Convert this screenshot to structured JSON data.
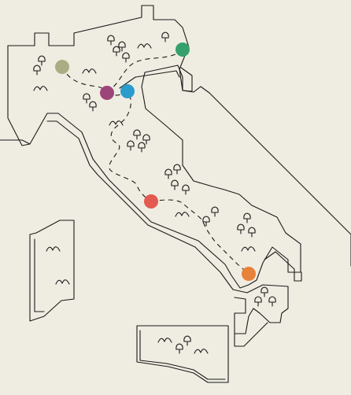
{
  "map": {
    "background": "#efede2",
    "ink": "#1a1a1a",
    "markers": [
      {
        "id": "marker-north-west",
        "color": "#aaad84"
      },
      {
        "id": "marker-north-purple",
        "color": "#9c4578"
      },
      {
        "id": "marker-north-blue",
        "color": "#2a9ccc"
      },
      {
        "id": "marker-north-east",
        "color": "#36a06c"
      },
      {
        "id": "marker-central",
        "color": "#e35a50"
      },
      {
        "id": "marker-south",
        "color": "#e8813a"
      }
    ],
    "icons": {
      "tree": "tree-icon",
      "hill": "hill-icon"
    }
  }
}
